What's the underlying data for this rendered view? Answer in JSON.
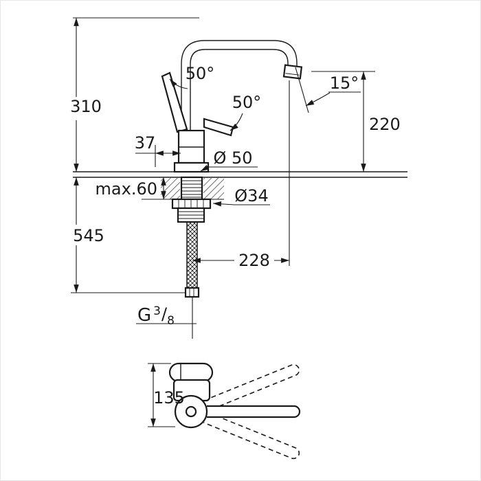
{
  "meta": {
    "type": "technical-drawing",
    "subject": "single-lever kitchen faucet dimensional drawing"
  },
  "colors": {
    "line": "#1a1a1a",
    "background": "#ffffff"
  },
  "side_view": {
    "dim_height_above": "310",
    "dim_height_below": "545",
    "dim_handle_reach": "37",
    "dim_base_diameter": "Ø 50",
    "dim_deck_thickness": "max.60",
    "dim_hole_diameter": "Ø34",
    "dim_spout_reach": "228",
    "dim_outlet_height": "220",
    "dim_handle_angle": "50°",
    "dim_handle_angle_secondary": "50°",
    "dim_outlet_angle": "15°",
    "thread": {
      "g": "G",
      "num": "3",
      "slash": "/",
      "den": "8"
    }
  },
  "top_view": {
    "dim_height": "135"
  }
}
